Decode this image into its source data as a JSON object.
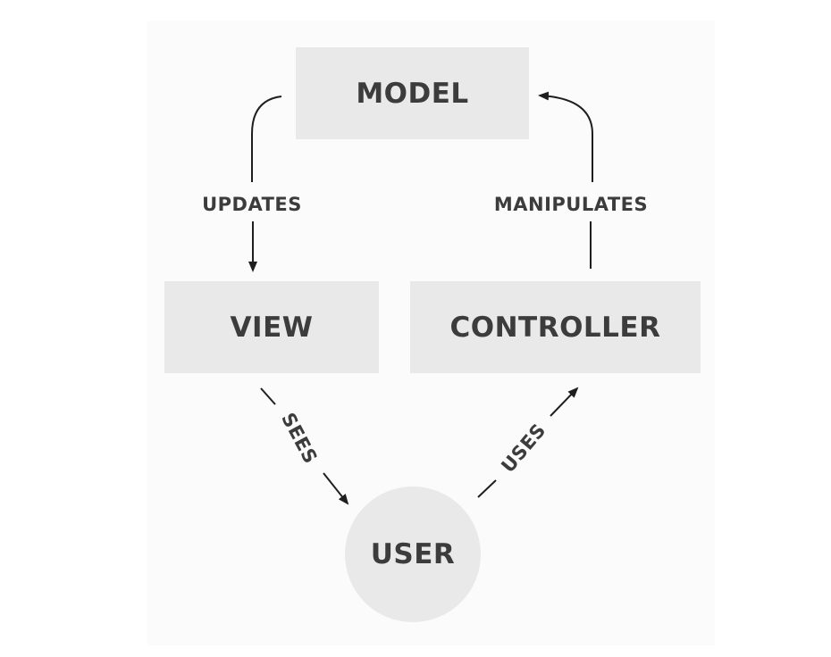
{
  "nodes": {
    "model": "MODEL",
    "view": "VIEW",
    "controller": "CONTROLLER",
    "user": "USER"
  },
  "edges": {
    "updates": "UPDATES",
    "manipulates": "MANIPULATES",
    "sees": "SEES",
    "uses": "USES"
  },
  "colors": {
    "node_fill": "#e9e9e9",
    "text": "#3c3c3c",
    "background_panel": "#fbfbfb"
  }
}
